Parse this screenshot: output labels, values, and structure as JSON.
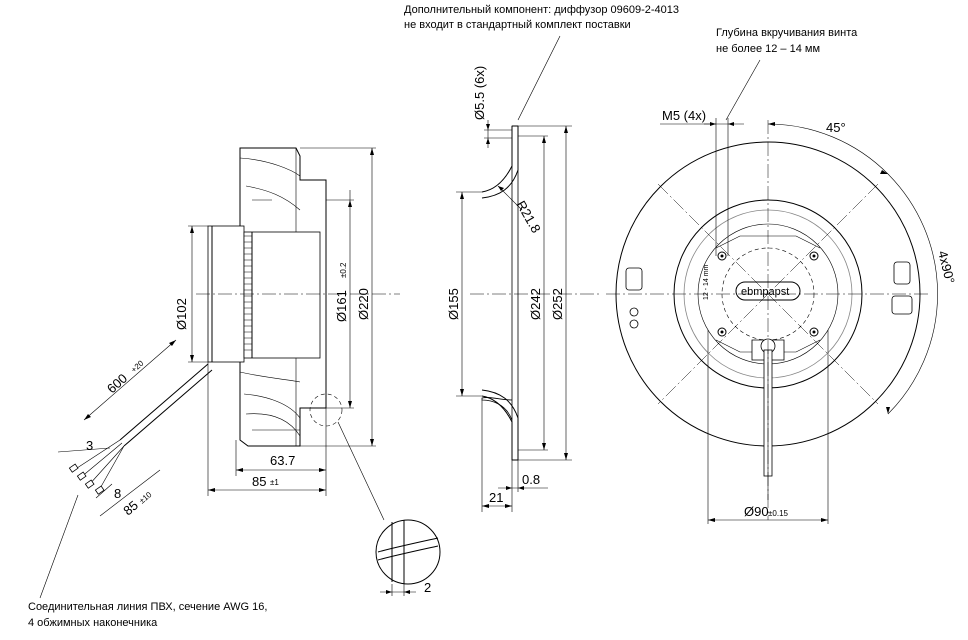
{
  "notes": {
    "diffuser_line1": "Дополнительный компонент: диффузор 09609-2-4013",
    "diffuser_line2": "не входит в стандартный комплект поставки",
    "depth_line1": "Глубина вкручивания винта",
    "depth_line2": "не более 12 – 14 мм",
    "cable_line1": "Соединительная линия ПВХ, сечение AWG 16,",
    "cable_line2": "4 обжимных наконечника"
  },
  "side_view": {
    "d102": "Ø102",
    "d161": "Ø161",
    "d161_tol": "±0.2",
    "d220": "Ø220",
    "len_63_7": "63.7",
    "len_85": "85",
    "len_85_tol": "±1",
    "cable_600": "600",
    "cable_600_tol": "+20",
    "wire_3": "3",
    "wire_8": "8",
    "wire_85": "85",
    "wire_85_tol": "±10",
    "detail_2": "2"
  },
  "diffuser_view": {
    "holes": "Ø5.5 (6x)",
    "radius": "R21.8",
    "d155": "Ø155",
    "d242": "Ø242",
    "d252": "Ø252",
    "len_21": "21",
    "len_0_8": "0.8"
  },
  "front_view": {
    "screws": "M5 (4x)",
    "angle_45": "45°",
    "angle_4x90": "4x90°",
    "d90": "Ø90",
    "d90_tol": "±0.15",
    "brand": "ebmpapst",
    "hub_label_small": "12 - 14 mm"
  }
}
